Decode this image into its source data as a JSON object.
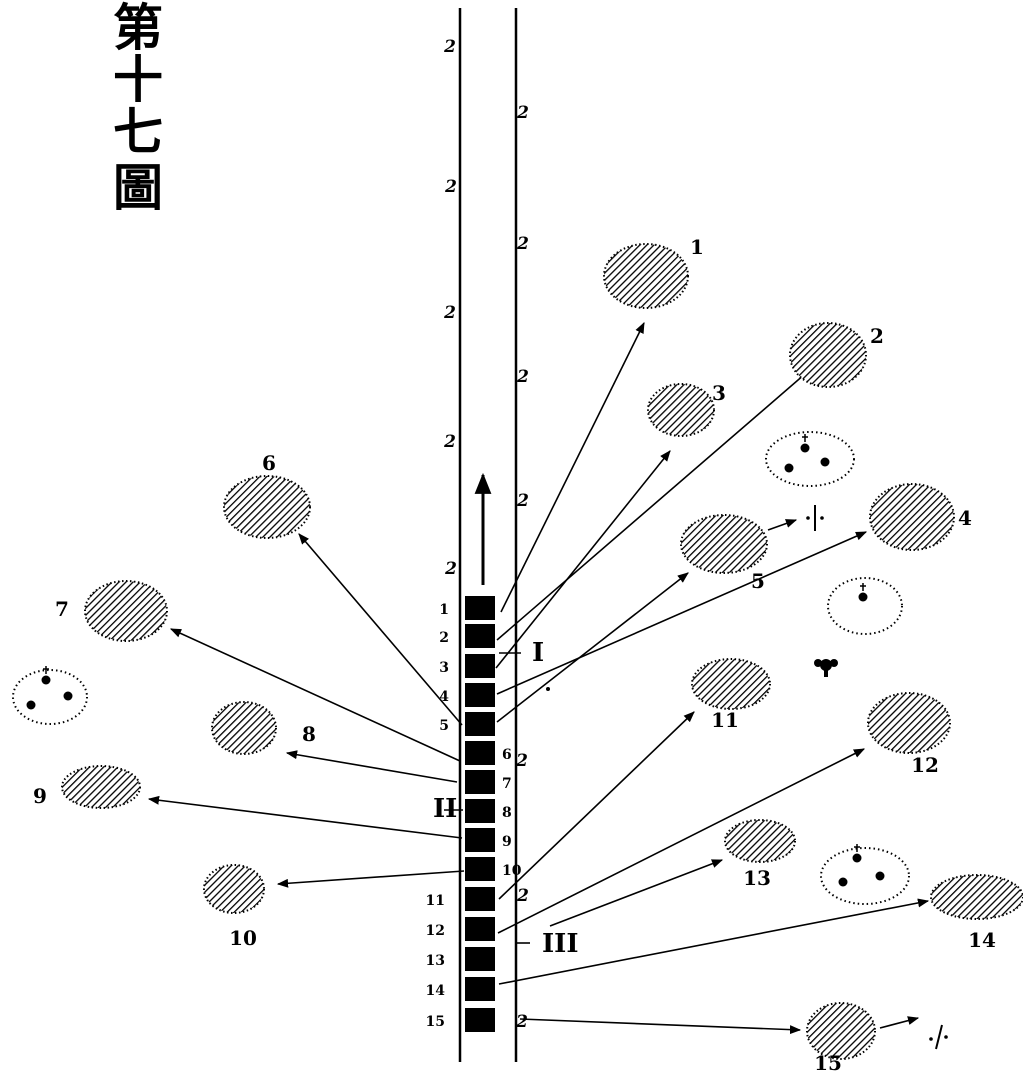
{
  "title": {
    "chars": [
      "第",
      "十",
      "七",
      "圖"
    ]
  },
  "stem": {
    "blocks": [
      {
        "label": "1"
      },
      {
        "label": "2"
      },
      {
        "label": "3"
      },
      {
        "label": "4"
      },
      {
        "label": "5"
      },
      {
        "label": "6"
      },
      {
        "label": "7"
      },
      {
        "label": "8"
      },
      {
        "label": "9"
      },
      {
        "label": "10"
      },
      {
        "label": "11"
      },
      {
        "label": "12"
      },
      {
        "label": "13"
      },
      {
        "label": "14"
      },
      {
        "label": "15"
      }
    ],
    "node_mark": "2"
  },
  "groups": [
    "I",
    "II",
    "III"
  ],
  "blobs": [
    {
      "label": "1"
    },
    {
      "label": "2"
    },
    {
      "label": "3"
    },
    {
      "label": "4"
    },
    {
      "label": "5"
    },
    {
      "label": "6"
    },
    {
      "label": "7"
    },
    {
      "label": "8"
    },
    {
      "label": "9"
    },
    {
      "label": "10"
    },
    {
      "label": "11"
    },
    {
      "label": "12"
    },
    {
      "label": "13"
    },
    {
      "label": "14"
    },
    {
      "label": "15"
    }
  ]
}
